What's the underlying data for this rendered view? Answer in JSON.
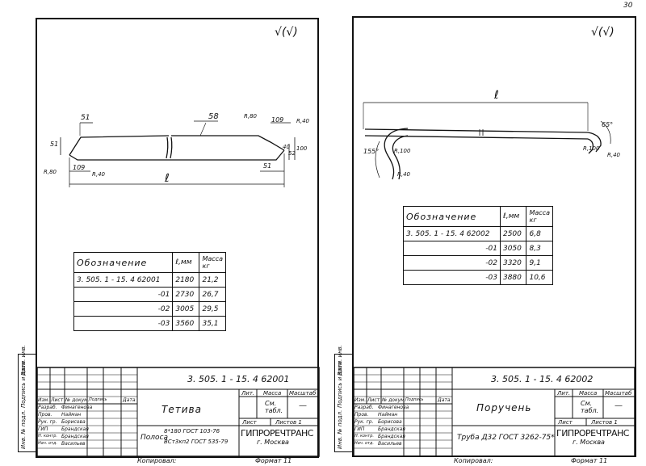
{
  "page_corner": "30",
  "left": {
    "roughness": "√(√)",
    "dims": {
      "d51_top": "51",
      "d51_left": "51",
      "d58": "58",
      "d109_left": "109",
      "d109_right": "109",
      "r40_left": "R,40",
      "r40_right": "R,40",
      "r80_left": "R,80",
      "r80_right": "R,80",
      "d40_right": "40",
      "d52": "52",
      "d100": "100",
      "d51_right": "51",
      "len": "ℓ"
    },
    "table": {
      "h1": "Обозначение",
      "h2": "ℓ,мм",
      "h3": "Масса кг",
      "rows": [
        {
          "d": "3. 505. 1 - 15. 4  62001",
          "l": "2180",
          "m": "21,2"
        },
        {
          "d": "-01",
          "l": "2730",
          "m": "26,7"
        },
        {
          "d": "-02",
          "l": "3005",
          "m": "29,5"
        },
        {
          "d": "-03",
          "l": "3560",
          "m": "35,1"
        }
      ]
    },
    "stamp": {
      "code": "3. 505. 1 - 15. 4  62001",
      "name": "Тетива",
      "material1": "Полоса",
      "material2": "8*180 ГОСТ 103-76",
      "material3": "ВСт3кп2 ГОСТ 535-79",
      "lit": "Лит.",
      "mass": "Масса",
      "scale": "Масштаб",
      "mass_val": "См. табл.",
      "scale_val": "—",
      "sheet": "Лист",
      "sheets": "Листов 1",
      "org": "ГИПРОРЕЧТРАНС",
      "city": "г. Москва",
      "rows": [
        "Изм.",
        "Лист",
        "№ докум.",
        "Подпись",
        "Дата"
      ],
      "roles": [
        "Разраб.",
        "Пров.",
        "Рук. гр.",
        "ГИП",
        "Н. контр.",
        "Нач. отд."
      ],
      "people": [
        "Финагенова",
        "Найман",
        "Борисова",
        "Брандская",
        "Брандская",
        "Васильев"
      ],
      "copy": "Копировал:",
      "format": "Формат 11",
      "side1": "Инв. № подл.",
      "side2": "Подпись и дата",
      "side3": "Взам. инв."
    }
  },
  "right": {
    "roughness": "√(√)",
    "dims": {
      "len": "ℓ",
      "a155": "155°",
      "a65": "65°",
      "r100_left": "R,100",
      "r40_left": "R,40",
      "r100_right": "R,100",
      "r40_right": "R,40"
    },
    "table": {
      "h1": "Обозначение",
      "h2": "ℓ,мм",
      "h3": "Масса кг",
      "rows": [
        {
          "d": "3. 505. 1 - 15. 4  62002",
          "l": "2500",
          "m": "6,8"
        },
        {
          "d": "-01",
          "l": "3050",
          "m": "8,3"
        },
        {
          "d": "-02",
          "l": "3320",
          "m": "9,1"
        },
        {
          "d": "-03",
          "l": "3880",
          "m": "10,6"
        }
      ]
    },
    "stamp": {
      "code": "3. 505. 1 - 15. 4   62002",
      "name": "Поручень",
      "material1": "Труба Д32 ГОСТ 3262-75*",
      "lit": "Лит.",
      "mass": "Масса",
      "scale": "Масштаб",
      "mass_val": "См. табл.",
      "scale_val": "—",
      "sheet": "Лист",
      "sheets": "Листов 1",
      "org": "ГИПРОРЕЧТРАНС",
      "city": "г. Москва",
      "rows": [
        "Изм.",
        "Лист",
        "№ докум.",
        "Подпись",
        "Дата"
      ],
      "roles": [
        "Разраб.",
        "Пров.",
        "Рук. гр.",
        "ГИП",
        "Н. контр.",
        "Нач. отд."
      ],
      "people": [
        "Финагенова",
        "Найман",
        "Борисова",
        "Брандская",
        "Брандская",
        "Васильев"
      ],
      "copy": "Копировал:",
      "format": "Формат 11",
      "side1": "Инв. № подл.",
      "side2": "Подпись и дата",
      "side3": "Взам. инв."
    }
  }
}
